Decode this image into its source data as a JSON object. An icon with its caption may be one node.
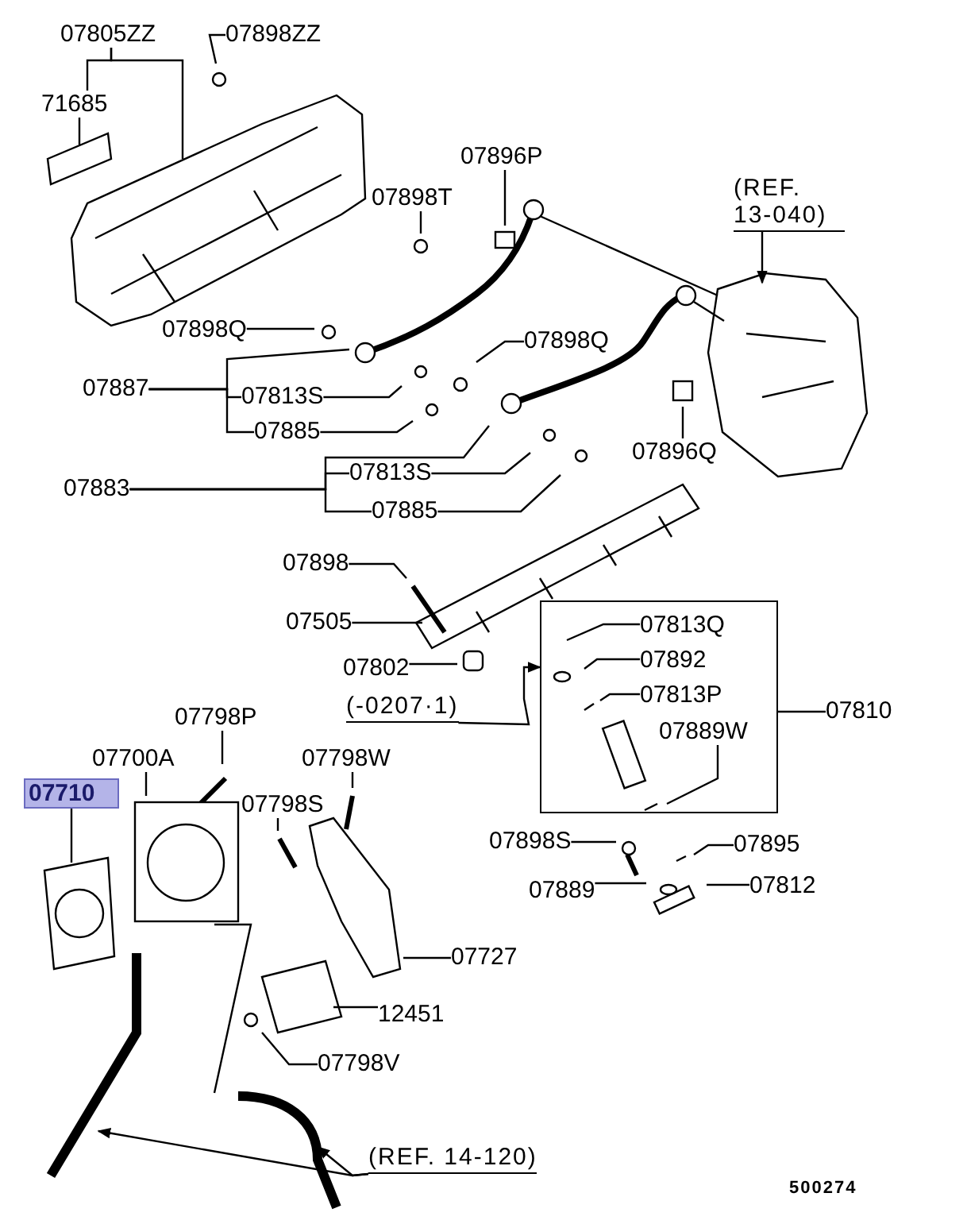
{
  "diagram": {
    "nodes": [
      {
        "text": [
          "07805ZZ"
        ]
      },
      {
        "text": [
          "07898ZZ"
        ]
      },
      {
        "text": [
          "71685"
        ]
      },
      {
        "text": [
          "07896P"
        ]
      },
      {
        "text": [
          "07898T"
        ]
      },
      {
        "text": [
          "(REF. 13-040)"
        ]
      },
      {
        "text": [
          "07898Q"
        ]
      },
      {
        "text": [
          "07898Q"
        ]
      },
      {
        "text": [
          "07887"
        ]
      },
      {
        "text": [
          "07813S"
        ]
      },
      {
        "text": [
          "07885"
        ]
      },
      {
        "text": [
          "07896Q"
        ]
      },
      {
        "text": [
          "07813S"
        ]
      },
      {
        "text": [
          "07883"
        ]
      },
      {
        "text": [
          "07885"
        ]
      },
      {
        "text": [
          "07898"
        ]
      },
      {
        "text": [
          "07505"
        ]
      },
      {
        "text": [
          "07802"
        ]
      },
      {
        "text": [
          "(-0207·1)"
        ]
      },
      {
        "text": [],
        "shape": "box"
      },
      {
        "text": [
          "07813Q"
        ],
        "in": 19
      },
      {
        "text": [
          "07892"
        ],
        "in": 19
      },
      {
        "text": [
          "07813P"
        ],
        "in": 19
      },
      {
        "text": [
          "07889W"
        ],
        "in": 19
      },
      {
        "text": [
          "07810"
        ]
      },
      {
        "text": [
          "07798P"
        ]
      },
      {
        "text": [
          "07700A"
        ]
      },
      {
        "text": [
          "07710"
        ]
      },
      {
        "text": [
          "07798W"
        ]
      },
      {
        "text": [
          "07798S"
        ]
      },
      {
        "text": [
          "07898S"
        ]
      },
      {
        "text": [
          "07895"
        ]
      },
      {
        "text": [
          "07889"
        ]
      },
      {
        "text": [
          "07812"
        ]
      },
      {
        "text": [
          "07727"
        ]
      },
      {
        "text": [
          "12451"
        ]
      },
      {
        "text": [
          "07798V"
        ]
      },
      {
        "text": [
          "(REF. 14-120)"
        ]
      }
    ],
    "edges": [
      {
        "from": 0,
        "to": 2,
        "arrow": "none"
      },
      {
        "from": 0,
        "to": null,
        "arrow": "none"
      },
      {
        "from": 1,
        "to": null,
        "arrow": "none"
      },
      {
        "from": 2,
        "to": null,
        "arrow": "none"
      },
      {
        "from": 3,
        "to": null,
        "arrow": "none"
      },
      {
        "from": 4,
        "to": null,
        "arrow": "none"
      },
      {
        "from": 5,
        "to": null,
        "arrow": "to"
      },
      {
        "from": 6,
        "to": null,
        "arrow": "none"
      },
      {
        "from": 7,
        "to": null,
        "arrow": "none"
      },
      {
        "from": 8,
        "to": 9,
        "arrow": "none"
      },
      {
        "from": 8,
        "to": 10,
        "arrow": "none"
      },
      {
        "from": 8,
        "to": null,
        "arrow": "none"
      },
      {
        "from": 9,
        "to": null,
        "arrow": "none"
      },
      {
        "from": 10,
        "to": null,
        "arrow": "none"
      },
      {
        "from": 11,
        "to": null,
        "arrow": "none"
      },
      {
        "from": 12,
        "to": null,
        "arrow": "none"
      },
      {
        "from": 13,
        "to": 12,
        "arrow": "none"
      },
      {
        "from": 13,
        "to": 14,
        "arrow": "none"
      },
      {
        "from": 13,
        "to": null,
        "arrow": "none"
      },
      {
        "from": 14,
        "to": null,
        "arrow": "none"
      },
      {
        "from": 15,
        "to": null,
        "arrow": "none"
      },
      {
        "from": 16,
        "to": null,
        "arrow": "none"
      },
      {
        "from": 17,
        "to": null,
        "arrow": "none"
      },
      {
        "from": 18,
        "to": 19,
        "arrow": "to"
      },
      {
        "from": 20,
        "to": null,
        "arrow": "none"
      },
      {
        "from": 21,
        "to": null,
        "arrow": "none"
      },
      {
        "from": 22,
        "to": null,
        "arrow": "none"
      },
      {
        "from": 23,
        "to": null,
        "arrow": "none"
      },
      {
        "from": 24,
        "to": 19,
        "arrow": "none"
      },
      {
        "from": 25,
        "to": null,
        "arrow": "none"
      },
      {
        "from": 26,
        "to": null,
        "arrow": "none"
      },
      {
        "from": 27,
        "to": null,
        "arrow": "none"
      },
      {
        "from": 28,
        "to": null,
        "arrow": "none"
      },
      {
        "from": 29,
        "to": null,
        "arrow": "none"
      },
      {
        "from": 30,
        "to": null,
        "arrow": "none"
      },
      {
        "from": 31,
        "to": null,
        "arrow": "none"
      },
      {
        "from": 32,
        "to": null,
        "arrow": "none"
      },
      {
        "from": 33,
        "to": null,
        "arrow": "none"
      },
      {
        "from": 34,
        "to": null,
        "arrow": "none"
      },
      {
        "from": 35,
        "to": null,
        "arrow": "none"
      },
      {
        "from": 36,
        "to": null,
        "arrow": "none"
      },
      {
        "from": 37,
        "to": null,
        "arrow": "to"
      },
      {
        "from": 37,
        "to": null,
        "arrow": "to"
      }
    ],
    "labels": [
      "500274"
    ]
  }
}
